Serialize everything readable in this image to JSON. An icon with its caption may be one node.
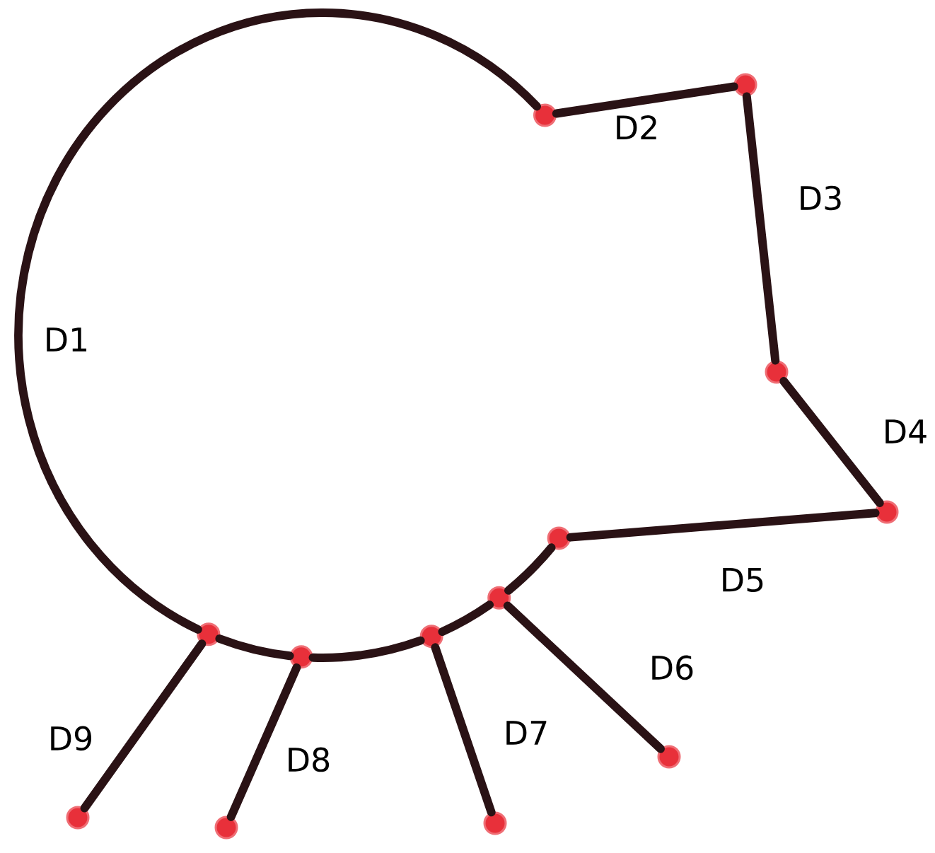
{
  "diagram": {
    "nodes": [
      {
        "text": [],
        "shape": "circle"
      },
      {
        "text": [],
        "shape": "circle"
      },
      {
        "text": [],
        "shape": "circle"
      },
      {
        "text": [],
        "shape": "circle"
      },
      {
        "text": [],
        "shape": "circle"
      },
      {
        "text": [],
        "shape": "circle"
      },
      {
        "text": [],
        "shape": "circle"
      },
      {
        "text": [],
        "shape": "circle"
      },
      {
        "text": [],
        "shape": "circle"
      },
      {
        "text": [],
        "shape": "circle"
      },
      {
        "text": [],
        "shape": "circle"
      },
      {
        "text": [],
        "shape": "circle"
      },
      {
        "text": [],
        "shape": "circle"
      }
    ],
    "edges": [
      {
        "from": 0,
        "to": 8,
        "arrow": "none",
        "label": "D1"
      },
      {
        "from": 0,
        "to": 1,
        "arrow": "none",
        "label": "D2"
      },
      {
        "from": 1,
        "to": 2,
        "arrow": "none",
        "label": "D3"
      },
      {
        "from": 2,
        "to": 3,
        "arrow": "none",
        "label": "D4"
      },
      {
        "from": 3,
        "to": 4,
        "arrow": "none",
        "label": "D5"
      },
      {
        "from": 5,
        "to": 9,
        "arrow": "none",
        "label": "D6"
      },
      {
        "from": 6,
        "to": 10,
        "arrow": "none",
        "label": "D7"
      },
      {
        "from": 7,
        "to": 11,
        "arrow": "none",
        "label": "D8"
      },
      {
        "from": 8,
        "to": 12,
        "arrow": "none",
        "label": "D9"
      },
      {
        "from": 8,
        "to": 7,
        "arrow": "none"
      },
      {
        "from": 7,
        "to": 6,
        "arrow": "none"
      },
      {
        "from": 6,
        "to": 5,
        "arrow": "none"
      },
      {
        "from": 5,
        "to": 4,
        "arrow": "none"
      }
    ]
  }
}
